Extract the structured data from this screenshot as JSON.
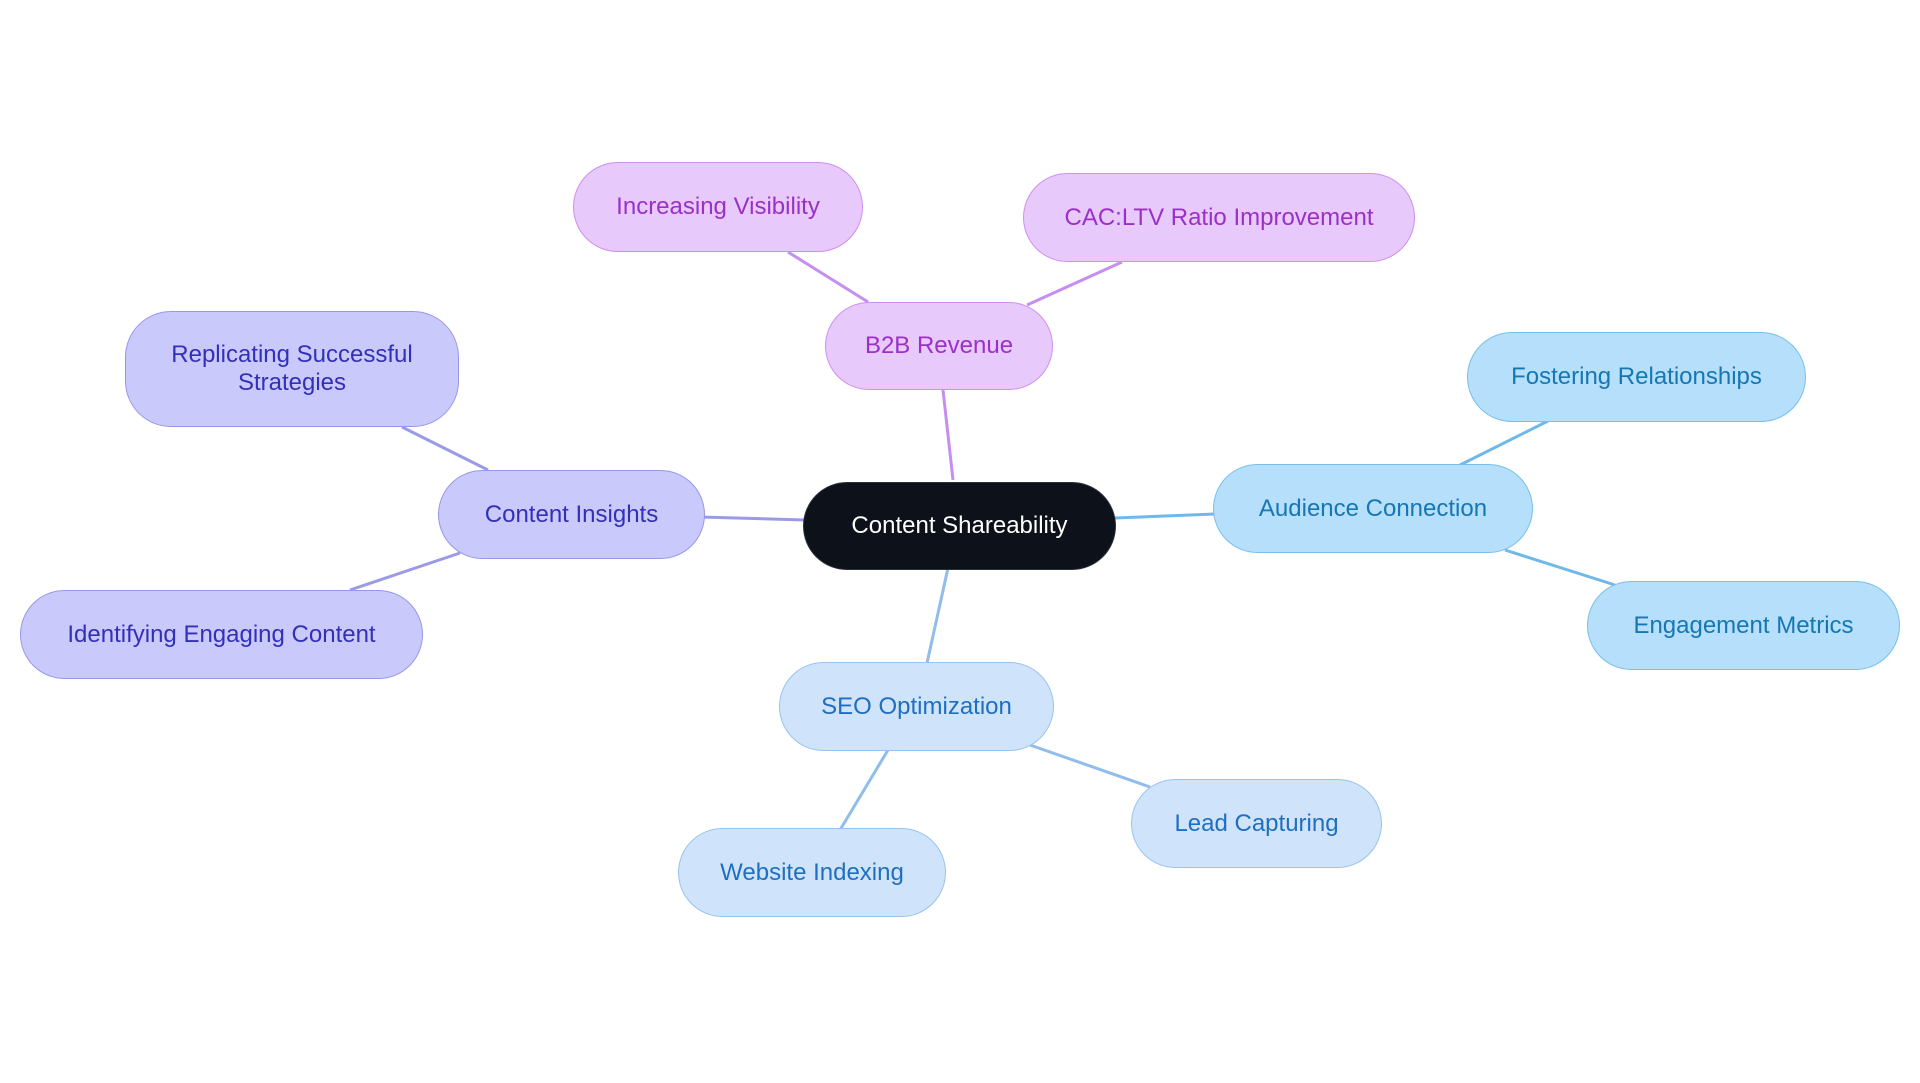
{
  "diagram": {
    "root": {
      "label": "Content Shareability"
    },
    "branches": [
      {
        "key": "b2b",
        "label": "B2B Revenue",
        "color": "#c58ef0",
        "children": [
          {
            "label": "Increasing Visibility"
          },
          {
            "label": "CAC:LTV Ratio Improvement"
          }
        ]
      },
      {
        "key": "insights",
        "label": "Content Insights",
        "color": "#9a9ae8",
        "children": [
          {
            "label": "Replicating Successful Strategies"
          },
          {
            "label": "Identifying Engaging Content"
          }
        ]
      },
      {
        "key": "audience",
        "label": "Audience Connection",
        "color": "#6fb8e8",
        "children": [
          {
            "label": "Fostering Relationships"
          },
          {
            "label": "Engagement Metrics"
          }
        ]
      },
      {
        "key": "seo",
        "label": "SEO Optimization",
        "color": "#90bdea",
        "children": [
          {
            "label": "Website Indexing"
          },
          {
            "label": "Lead Capturing"
          }
        ]
      }
    ]
  }
}
